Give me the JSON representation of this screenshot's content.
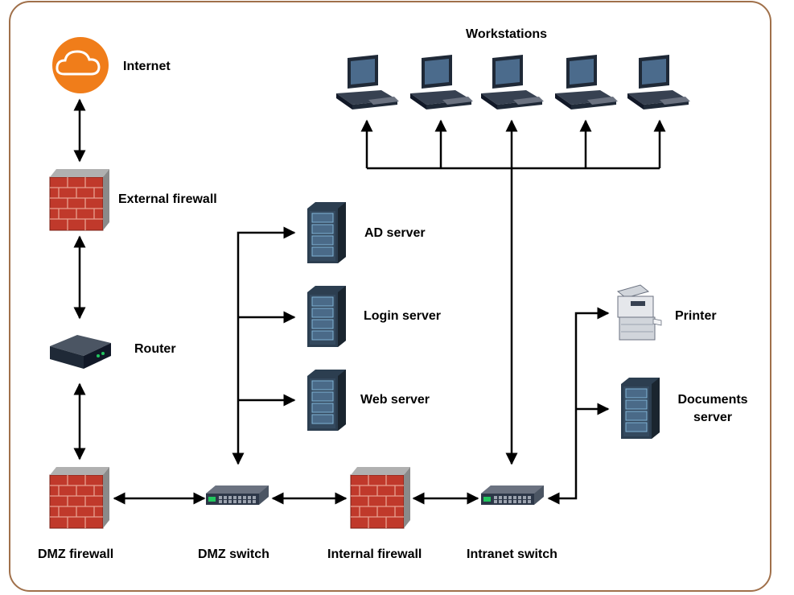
{
  "diagram": {
    "labels": {
      "internet": "Internet",
      "external_firewall": "External firewall",
      "router": "Router",
      "dmz_firewall": "DMZ firewall",
      "dmz_switch": "DMZ switch",
      "internal_firewall": "Internal firewall",
      "intranet_switch": "Intranet switch",
      "workstations": "Workstations",
      "ad_server": "AD server",
      "login_server": "Login server",
      "web_server": "Web server",
      "printer": "Printer",
      "documents_server_line1": "Documents",
      "documents_server_line2": "server"
    },
    "icons": {
      "internet": "cloud-icon",
      "firewall": "brick-firewall-icon",
      "router": "router-icon",
      "switch": "network-switch-icon",
      "server": "server-rack-icon",
      "workstation": "desktop-computer-icon",
      "printer": "printer-copier-icon"
    },
    "colors": {
      "border": "#a0704a",
      "cloud": "#f07d1a",
      "brick": "#c0392b",
      "connector": "#000000"
    }
  }
}
